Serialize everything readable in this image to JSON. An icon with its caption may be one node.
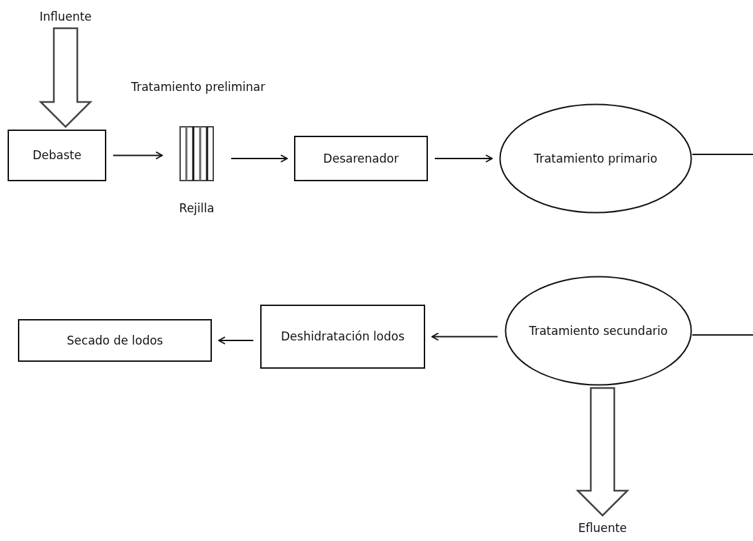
{
  "diagram": {
    "nodes": [
      {
        "text": [
          "Influente"
        ]
      },
      {
        "text": [
          "Debaste"
        ]
      },
      {
        "text": [
          "Rejilla"
        ]
      },
      {
        "text": [
          "Desarenador"
        ]
      },
      {
        "text": [
          "Tratamiento primario"
        ]
      },
      {
        "text": [
          "Tratamiento secundario"
        ]
      },
      {
        "text": [
          "Deshidratación lodos"
        ]
      },
      {
        "text": [
          "Secado de lodos"
        ]
      },
      {
        "text": [
          "Efluente"
        ]
      }
    ],
    "edges": [
      {
        "from": 0,
        "to": 1,
        "arrow": "to",
        "style": "thick"
      },
      {
        "from": 1,
        "to": 2,
        "arrow": "to"
      },
      {
        "from": 2,
        "to": 3,
        "arrow": "to"
      },
      {
        "from": 3,
        "to": 4,
        "arrow": "to"
      },
      {
        "from": 4,
        "to": null,
        "arrow": "none"
      },
      {
        "from": null,
        "to": 5,
        "arrow": "none"
      },
      {
        "from": 5,
        "to": 6,
        "arrow": "to"
      },
      {
        "from": 6,
        "to": 7,
        "arrow": "to"
      },
      {
        "from": 5,
        "to": 8,
        "arrow": "to",
        "style": "thick"
      }
    ],
    "labels": [
      "Tratamiento preliminar"
    ]
  }
}
